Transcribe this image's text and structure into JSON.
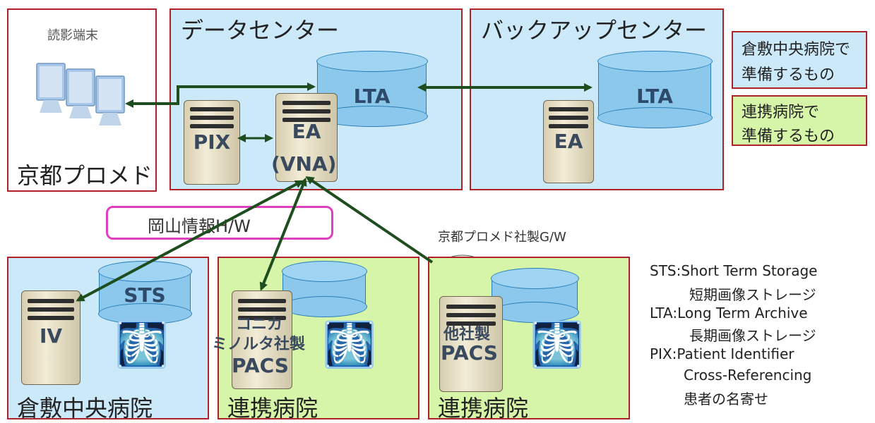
{
  "reading_terminal": {
    "label": "読影端末",
    "location": "京都プロメド"
  },
  "data_center": {
    "title": "データセンター",
    "storage": "LTA",
    "pix": "PIX",
    "ea": "EA",
    "vna": "(VNA)"
  },
  "backup_center": {
    "title": "バックアップセンター",
    "storage": "LTA",
    "ea": "EA"
  },
  "legend_boxes": [
    {
      "line1": "倉敷中央病院で",
      "line2": "準備するもの",
      "color": "#cce9fa"
    },
    {
      "line1": "連携病院で",
      "line2": "準備するもの",
      "color": "#d6f5a8"
    }
  ],
  "okayama_gateway": {
    "label": "岡山情報H/W"
  },
  "kyoto_gateway": {
    "label": "京都プロメド社製G/W"
  },
  "hospitals": [
    {
      "name": "倉敷中央病院",
      "storage": "STS",
      "server": "IV"
    },
    {
      "name": "連携病院",
      "server_line1": "コニカ",
      "server_line2": "ミノルタ社製",
      "server_line3": "PACS"
    },
    {
      "name": "連携病院",
      "server_line1": "他社製",
      "server_line2": "PACS"
    }
  ],
  "abbreviations": [
    {
      "term": "STS:Short Term Storage",
      "desc": "短期画像ストレージ"
    },
    {
      "term": "LTA:Long Term Archive",
      "desc": "長期画像ストレージ"
    },
    {
      "term": "PIX:Patient Identifier",
      "term2": "Cross-Referencing",
      "desc": "患者の名寄せ"
    }
  ],
  "colors": {
    "border": "#b0222a",
    "arrow": "#1e4d1e",
    "gateway_border": "#e040c0"
  }
}
